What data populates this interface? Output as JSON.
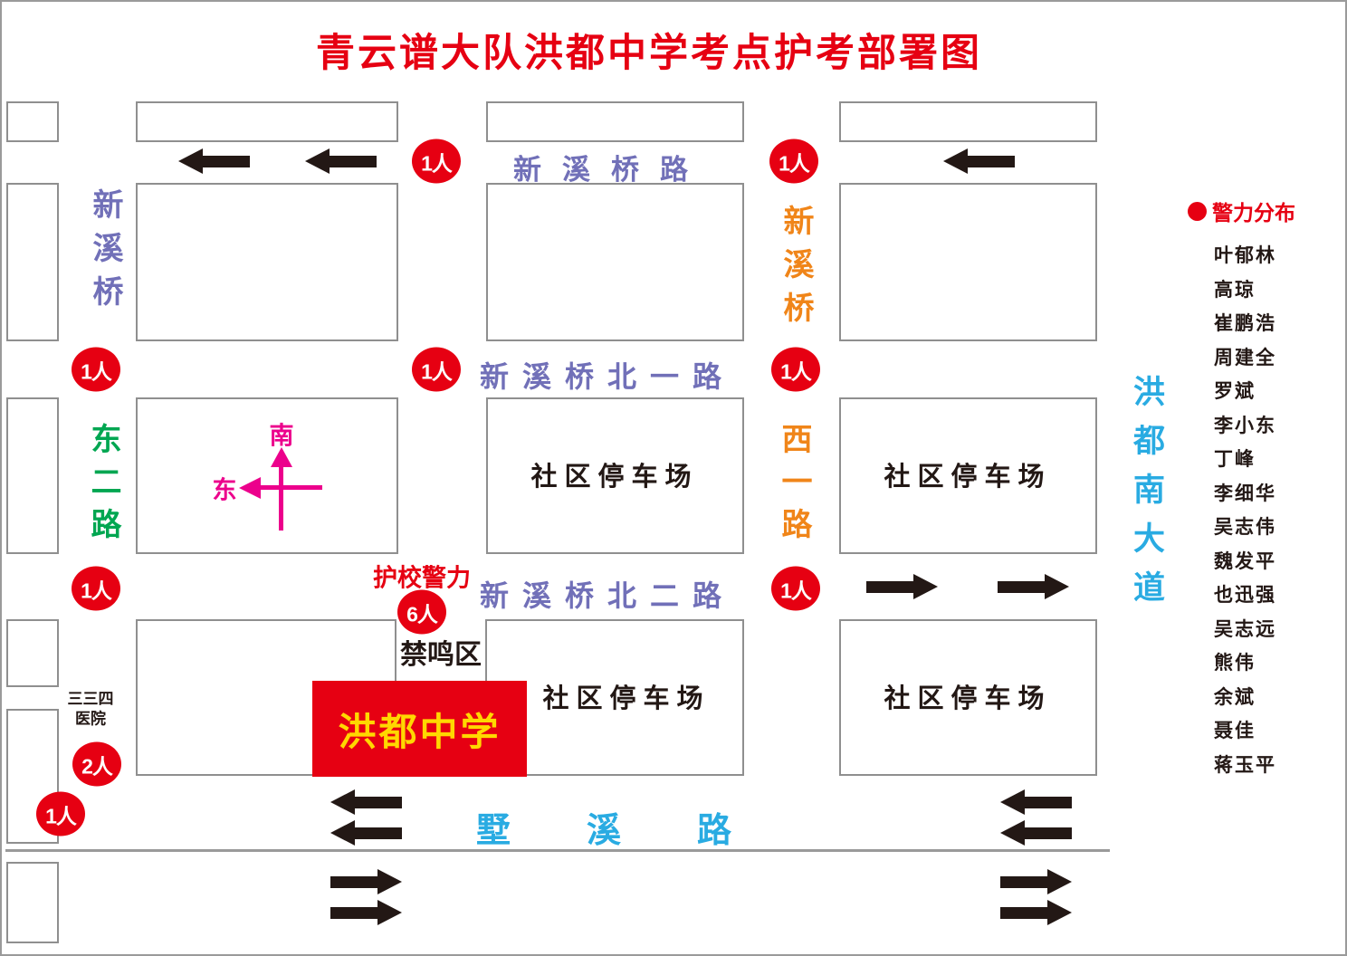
{
  "title": "青云谱大队洪都中学考点护考部署图",
  "legend": {
    "title": "警力分布",
    "names": [
      "叶郁林",
      "高琼",
      "崔鹏浩",
      "周建全",
      "罗斌",
      "李小东",
      "丁峰",
      "李细华",
      "吴志伟",
      "魏发平",
      "也迅强",
      "吴志远",
      "熊伟",
      "余斌",
      "聂佳",
      "蒋玉平"
    ]
  },
  "roads": {
    "top": "新溪桥路",
    "north1": "新溪桥北一路",
    "north2": "新溪桥北二路",
    "bottom": "墅溪路",
    "left_vertical": "新溪桥",
    "left_vertical2": "东二路",
    "mid_vertical": "新溪桥",
    "mid_vertical2": "西一路",
    "right_vertical": "洪都南大道"
  },
  "places": {
    "school": "洪都中学",
    "no_horn": "禁鸣区",
    "parking": "社区停车场",
    "hospital_line1": "三三四",
    "hospital_line2": "医院"
  },
  "compass": {
    "south": "南",
    "east": "东"
  },
  "police": {
    "escort_label": "护校警力",
    "badges": [
      "1人",
      "1人",
      "1人",
      "1人",
      "1人",
      "1人",
      "6人",
      "1人",
      "2人",
      "1人"
    ]
  },
  "colors": {
    "accent_red": "#e60012",
    "road_purple": "#7170b8",
    "road_orange": "#f08519",
    "road_green": "#00a651",
    "compass_magenta": "#ec008c",
    "road_cyan": "#29abe2",
    "school_text_yellow": "#ffd800",
    "arrow_black": "#231815"
  }
}
